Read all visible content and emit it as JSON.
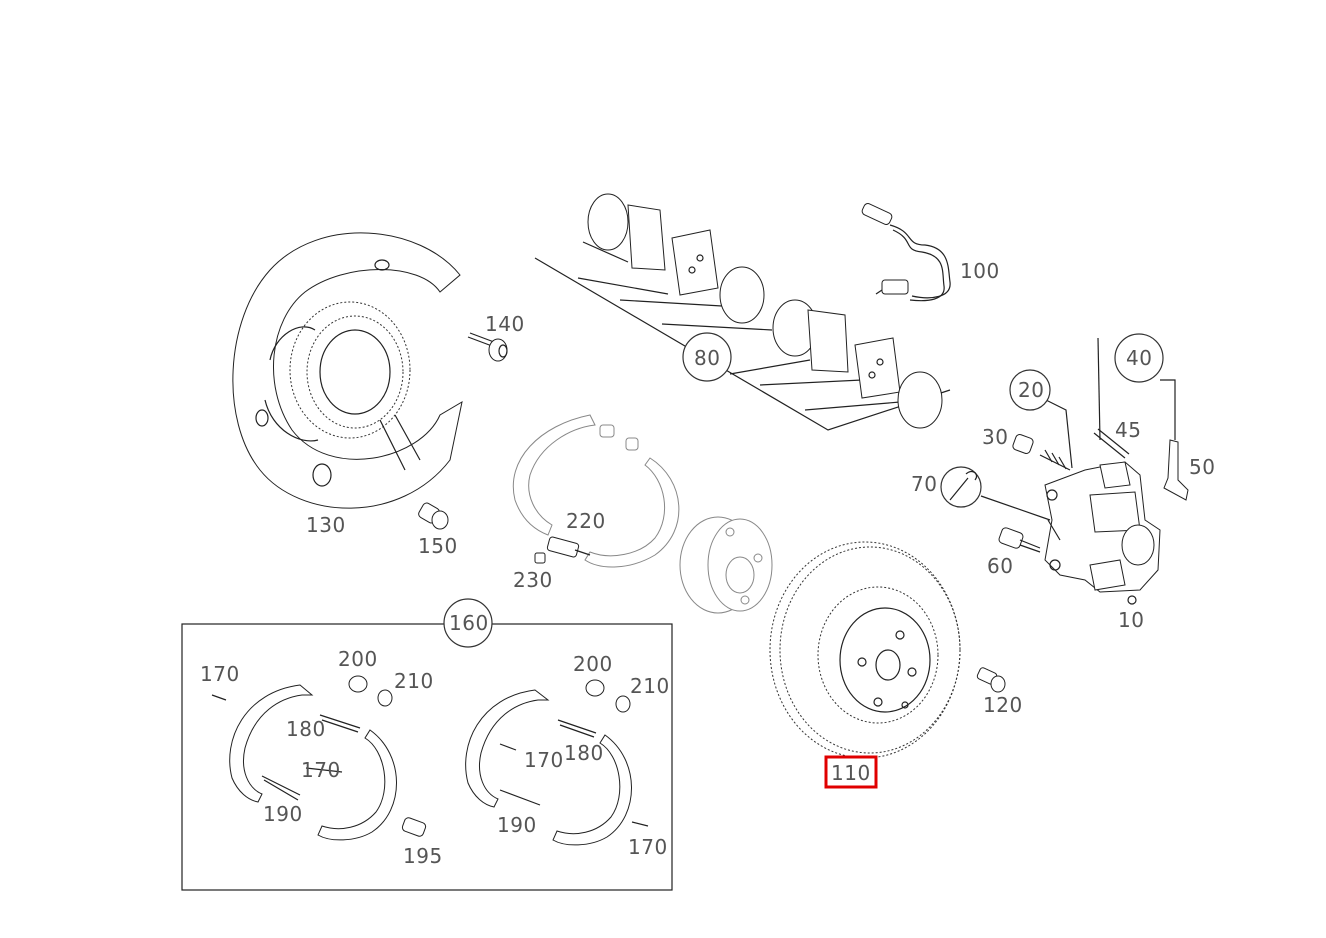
{
  "labels": {
    "p10": "10",
    "p20": "20",
    "p30": "30",
    "p40": "40",
    "p45": "45",
    "p50": "50",
    "p60": "60",
    "p70": "70",
    "p80": "80",
    "p100": "100",
    "p110": "110",
    "p120": "120",
    "p130": "130",
    "p140": "140",
    "p150": "150",
    "p160": "160",
    "p170a": "170",
    "p170b": "170",
    "p170c": "170",
    "p170d": "170",
    "p180a": "180",
    "p180b": "180",
    "p190a": "190",
    "p190b": "190",
    "p195": "195",
    "p200a": "200",
    "p200b": "200",
    "p210a": "210",
    "p210b": "210",
    "p220": "220",
    "p230": "230"
  },
  "highlight": {
    "label": "110",
    "color": "#e00000"
  }
}
